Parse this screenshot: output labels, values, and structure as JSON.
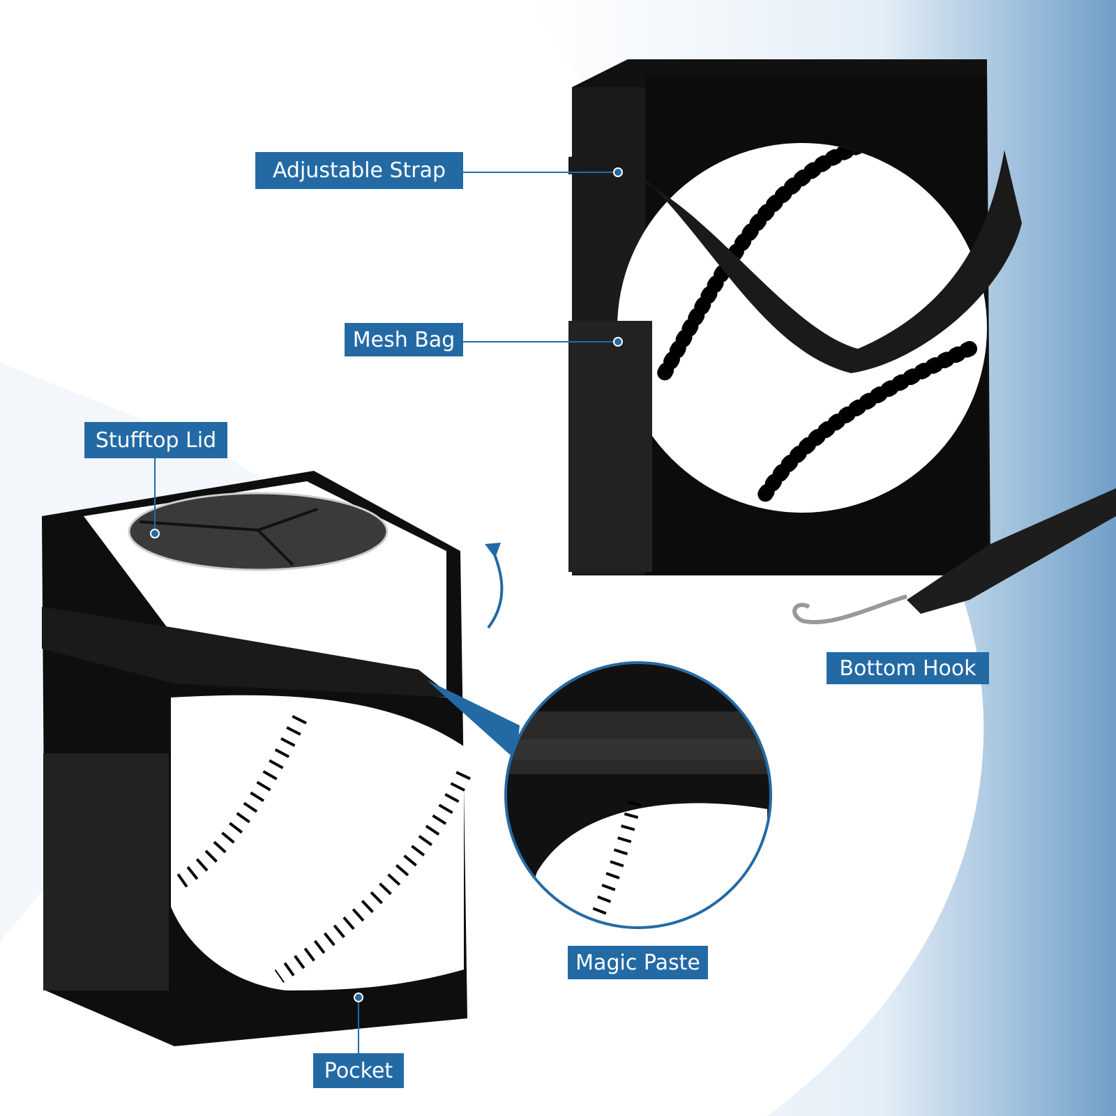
{
  "colors": {
    "accent": "#236aa5",
    "bag": "#111111",
    "ball": "#ffffff",
    "stitch": "#000000"
  },
  "callouts": {
    "adjustable_strap": "Adjustable Strap",
    "mesh_bag": "Mesh Bag",
    "stufftop_lid": "Stufftop Lid",
    "bottom_hook": "Bottom Hook",
    "magic_paste": "Magic Paste",
    "pocket": "Pocket"
  }
}
